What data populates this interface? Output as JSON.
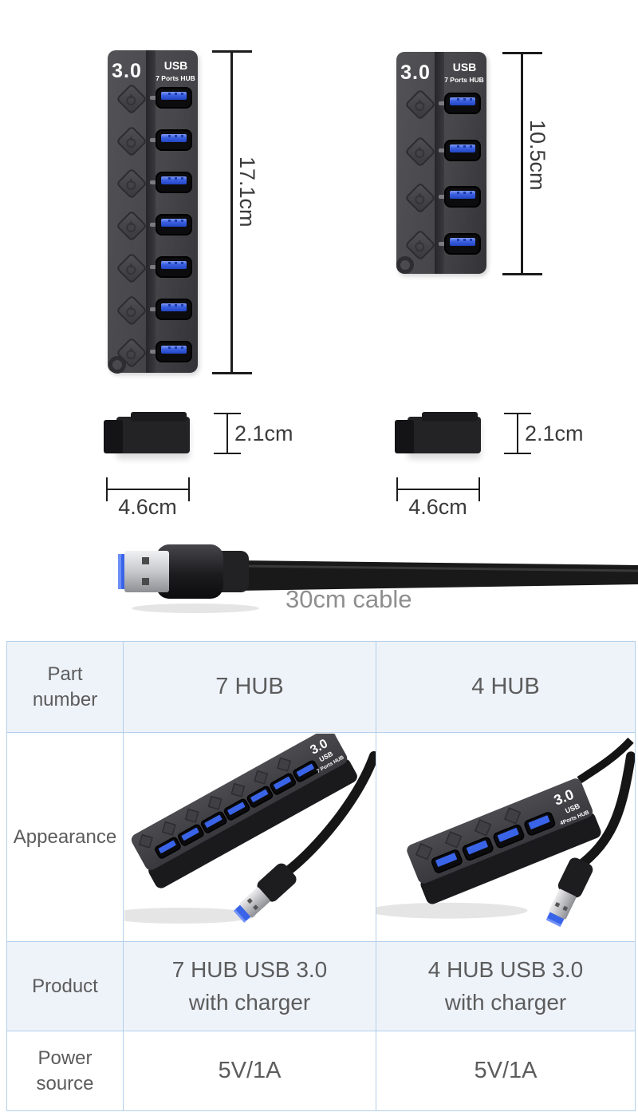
{
  "top_section": {
    "hub7_front": {
      "badge": "3.0",
      "usb_label": "USB",
      "ports_label": "7 Ports HUB",
      "port_count": 7,
      "height_dim": "17.1cm"
    },
    "hub4_front": {
      "badge": "3.0",
      "usb_label": "USB",
      "ports_label": "7 Ports HUB",
      "port_count": 4,
      "height_dim": "10.5cm"
    }
  },
  "side_section": {
    "left": {
      "height_dim": "2.1cm",
      "width_dim": "4.6cm"
    },
    "right": {
      "height_dim": "2.1cm",
      "width_dim": "4.6cm"
    }
  },
  "cable_section": {
    "label": "30cm cable"
  },
  "spec_table": {
    "part_row": {
      "label": "Part number",
      "hub7": "7 HUB",
      "hub4": "4 HUB"
    },
    "appearance_row": {
      "label": "Appearance",
      "hub7": {
        "badge": "3.0",
        "usb": "USB",
        "ports": "7 Ports HUB"
      },
      "hub4": {
        "badge": "3.0",
        "usb": "USB",
        "ports": "4Ports HUB"
      }
    },
    "product_row": {
      "label": "Product",
      "hub7_line1": "7 HUB USB 3.0",
      "hub7_line2": "with charger",
      "hub4_line1": "4 HUB USB 3.0",
      "hub4_line2": "with charger"
    },
    "power_row": {
      "label": "Power source",
      "hub7": "5V/1A",
      "hub4": "5V/1A"
    }
  },
  "colors": {
    "accent_blue": "#2f56d9",
    "table_border": "#b3cfe9",
    "table_row_blue": "#eef3fa",
    "hub_body": "#47474b"
  }
}
